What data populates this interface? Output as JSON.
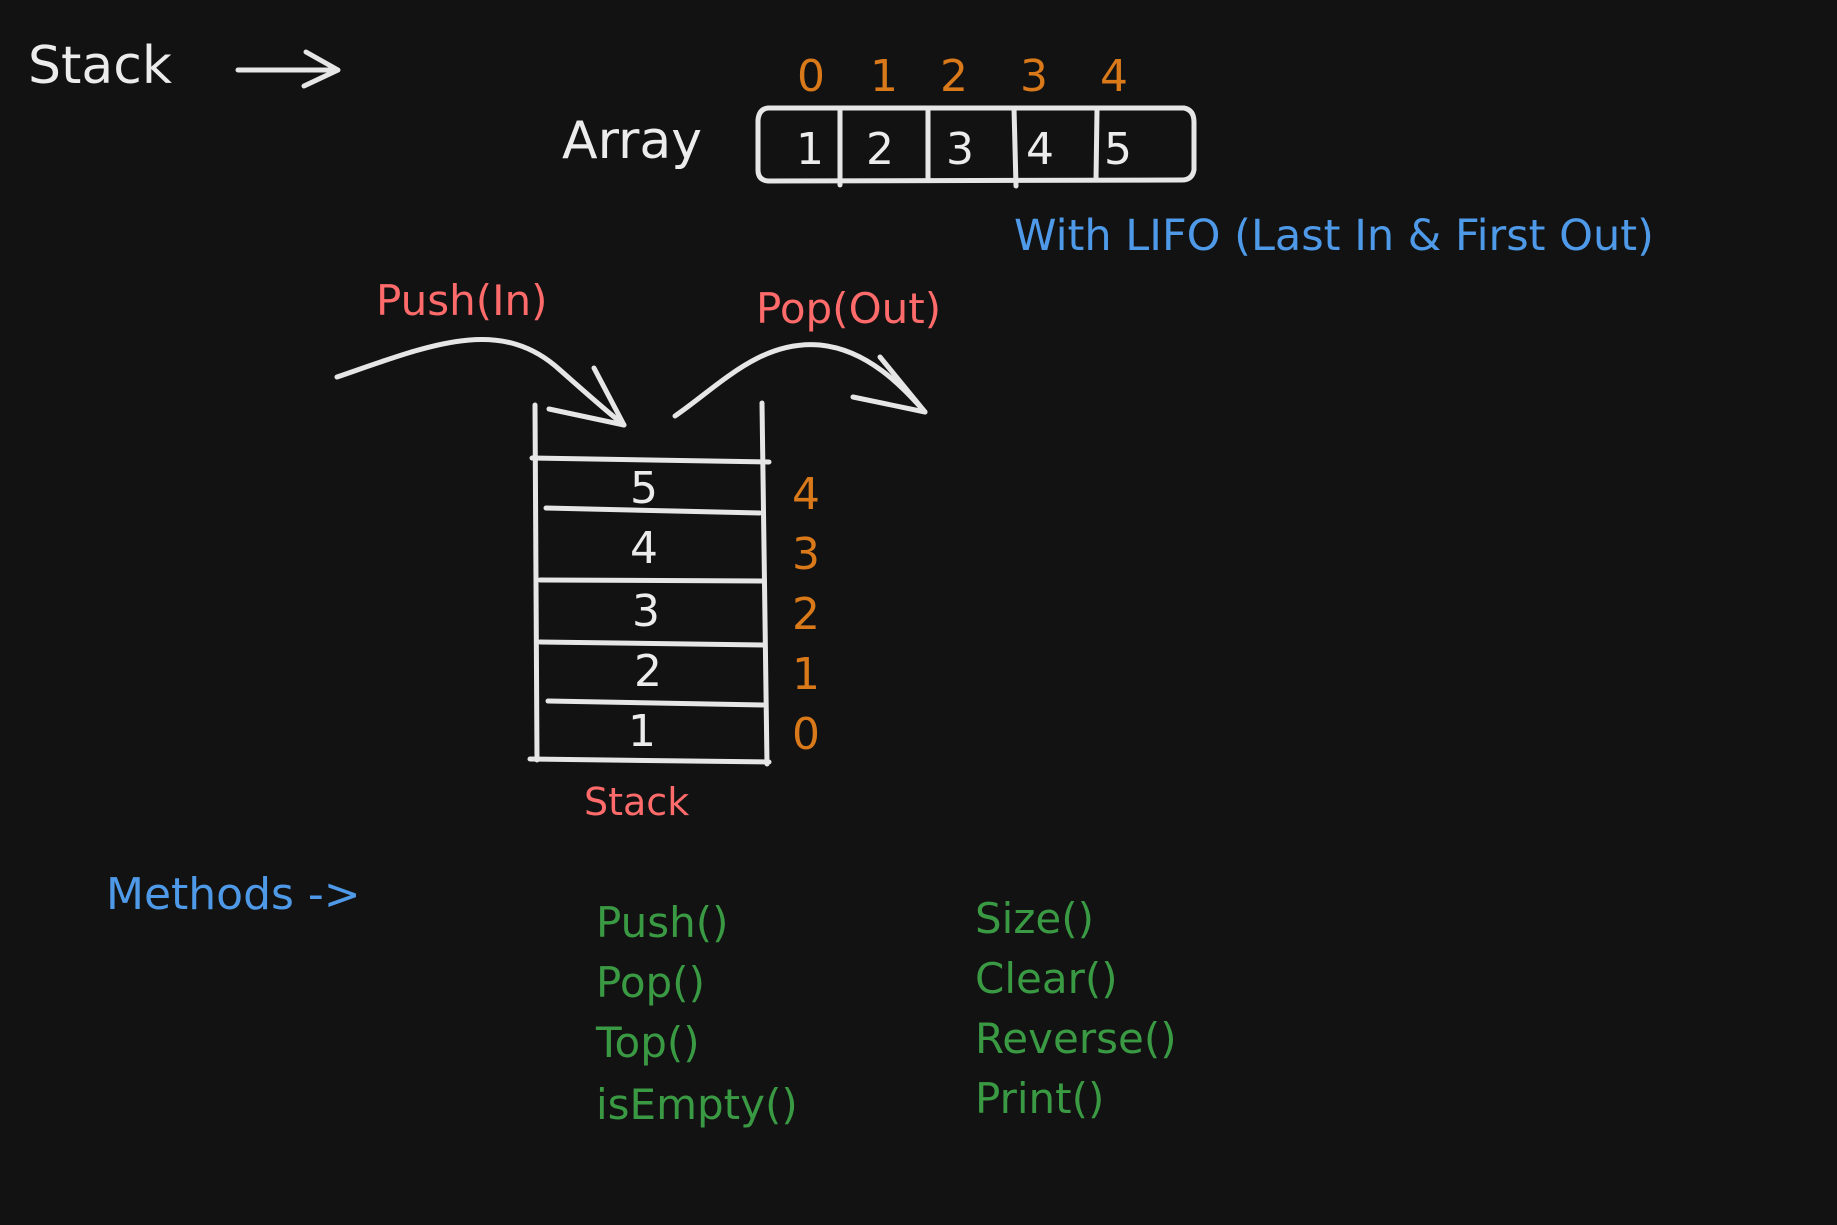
{
  "heading": "Stack",
  "array": {
    "label": "Array",
    "indices": [
      "0",
      "1",
      "2",
      "3",
      "4"
    ],
    "values": [
      "1",
      "2",
      "3",
      "4",
      "5"
    ]
  },
  "lifo_note": "With LIFO (Last In & First Out)",
  "push_label": "Push(In)",
  "pop_label": "Pop(Out)",
  "stack": {
    "values_top_to_bottom": [
      "5",
      "4",
      "3",
      "2",
      "1"
    ],
    "indices_top_to_bottom": [
      "4",
      "3",
      "2",
      "1",
      "0"
    ],
    "caption": "Stack"
  },
  "methods": {
    "label": "Methods ->",
    "column1": [
      "Push()",
      "Pop()",
      "Top()",
      "isEmpty()"
    ],
    "column2": [
      "Size()",
      "Clear()",
      "Reverse()",
      "Print()"
    ]
  },
  "colors": {
    "background": "#121212",
    "stroke": "#e6e6e6",
    "index": "#d9791a",
    "note": "#4f9ae8",
    "push_pop": "#ff6b6b",
    "methods": "#3a9a43"
  }
}
